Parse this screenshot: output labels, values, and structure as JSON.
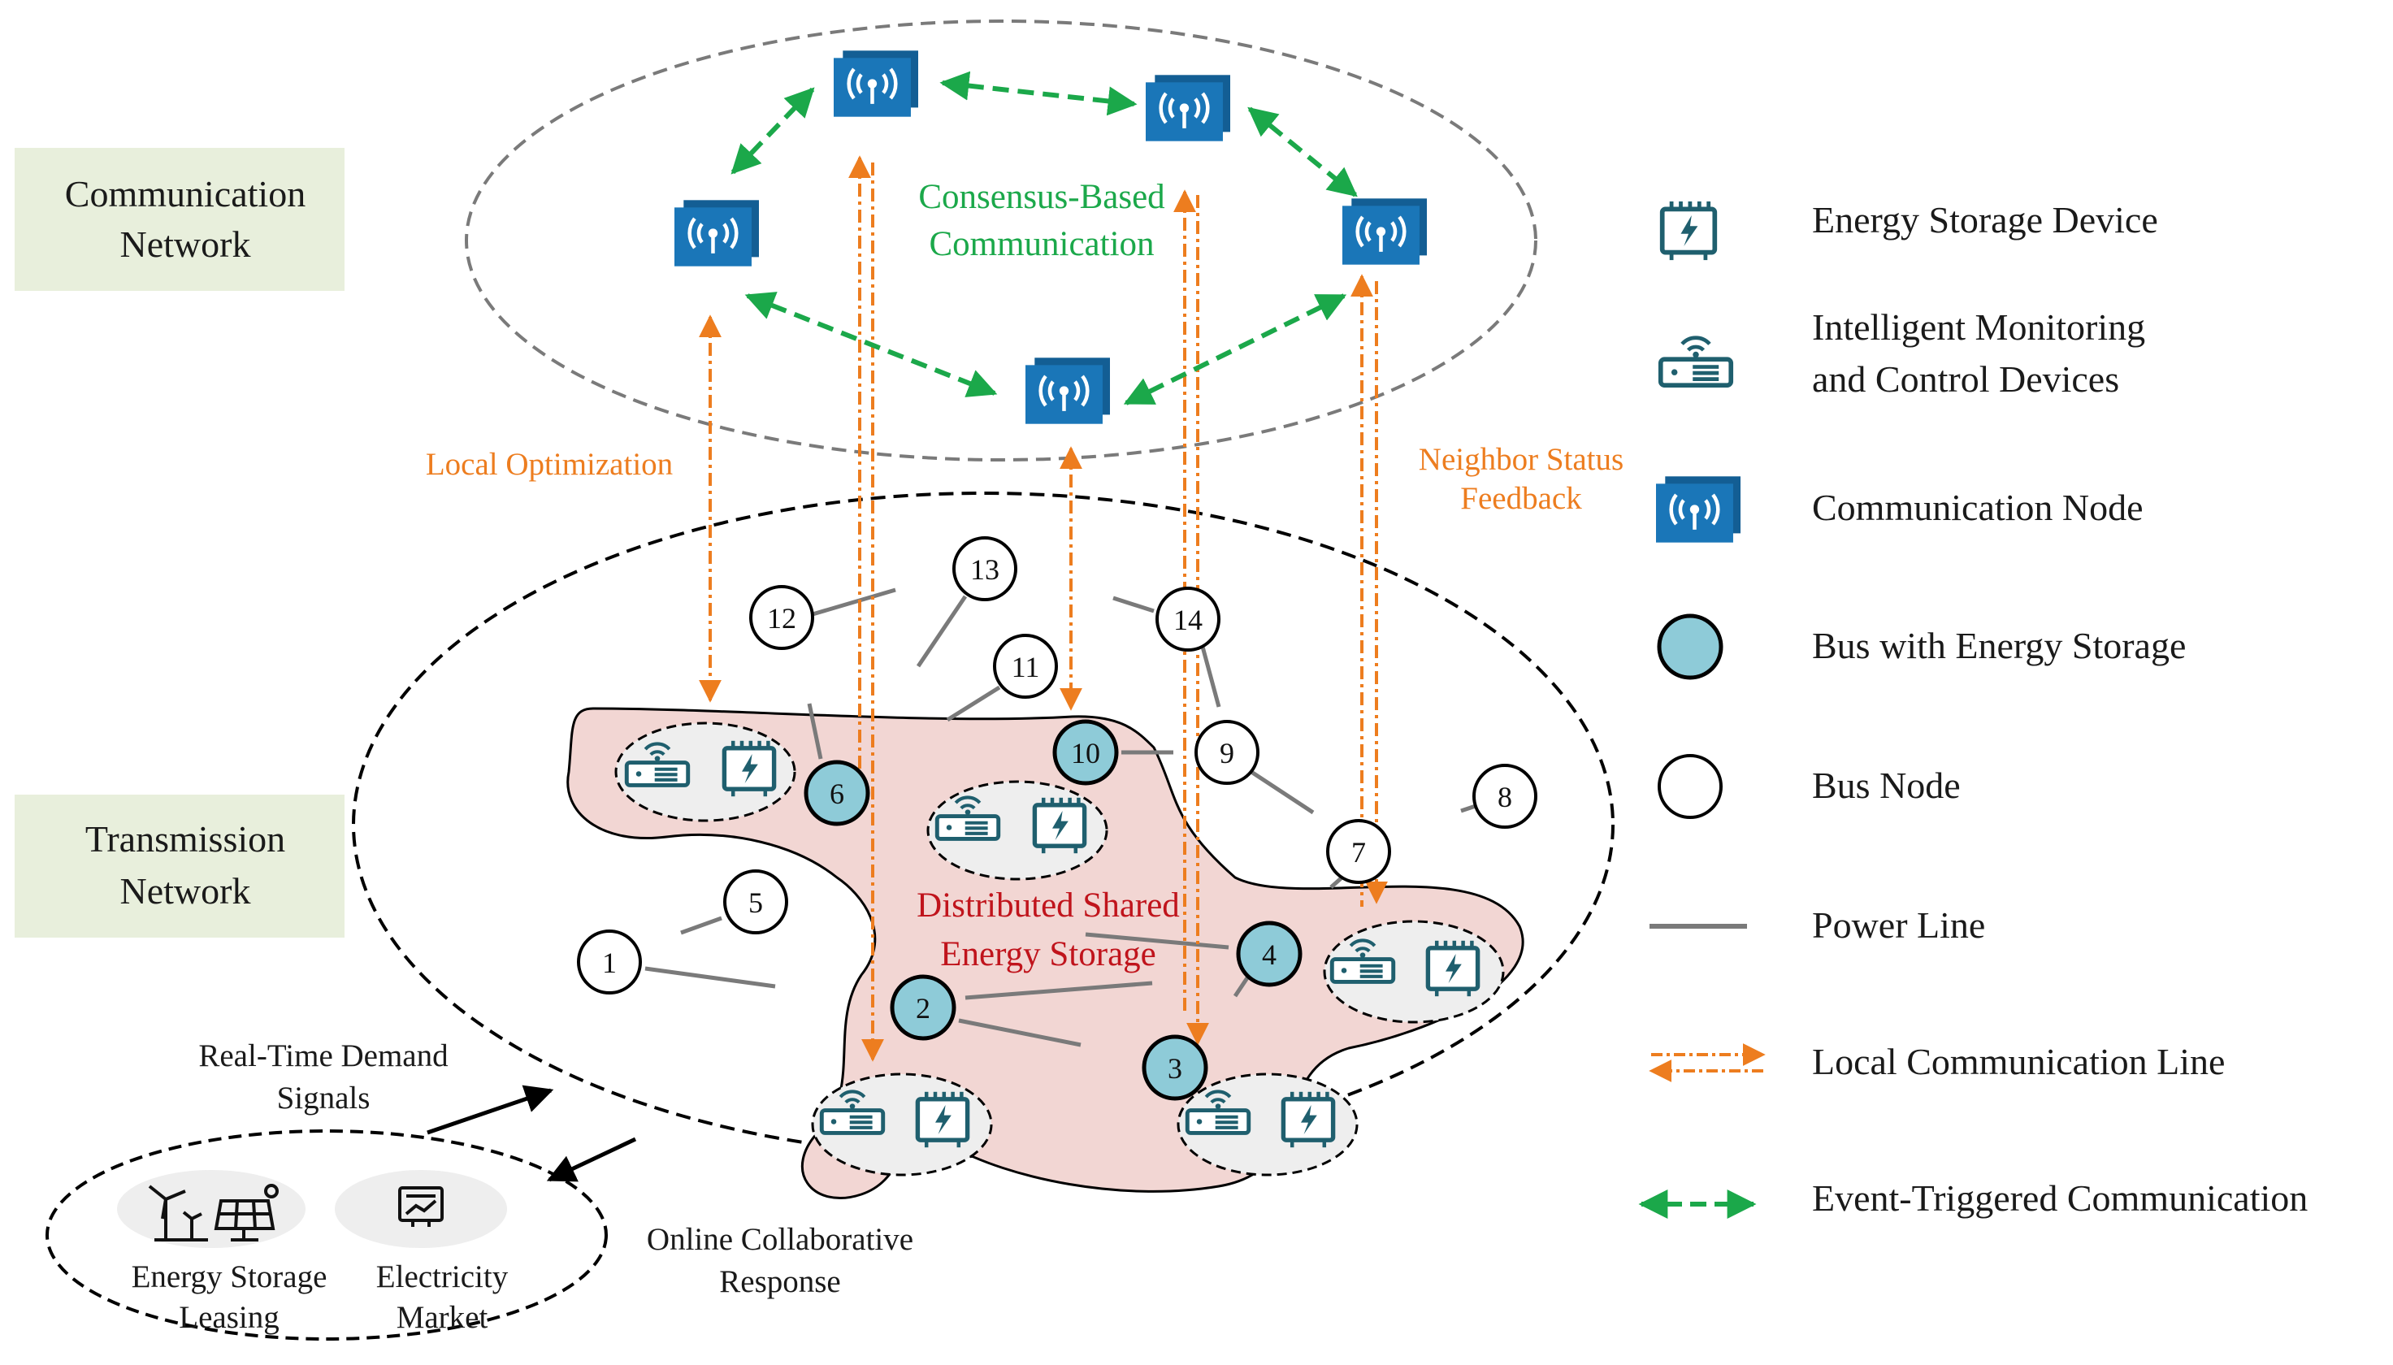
{
  "layers": {
    "communication": "Communication\nNetwork",
    "transmission": "Transmission\nNetwork"
  },
  "annotations": {
    "consensus": "Consensus-Based\nCommunication",
    "local_optimization": "Local Optimization",
    "neighbor_feedback": "Neighbor Status\nFeedback",
    "distributed": "Distributed Shared\nEnergy Storage",
    "demand_signals": "Real-Time Demand\nSignals",
    "online_response": "Online Collaborative\nResponse"
  },
  "market": {
    "leasing": "Energy Storage\nLeasing",
    "electricity": "Electricity\nMarket"
  },
  "buses": [
    {
      "id": "1",
      "storage": false
    },
    {
      "id": "2",
      "storage": true
    },
    {
      "id": "3",
      "storage": true
    },
    {
      "id": "4",
      "storage": true
    },
    {
      "id": "5",
      "storage": false
    },
    {
      "id": "6",
      "storage": true
    },
    {
      "id": "7",
      "storage": false
    },
    {
      "id": "8",
      "storage": false
    },
    {
      "id": "9",
      "storage": false
    },
    {
      "id": "10",
      "storage": true
    },
    {
      "id": "11",
      "storage": false
    },
    {
      "id": "12",
      "storage": false
    },
    {
      "id": "13",
      "storage": false
    },
    {
      "id": "14",
      "storage": false
    }
  ],
  "legend": [
    {
      "key": "storage",
      "label": "Energy Storage Device"
    },
    {
      "key": "monitor",
      "label": "Intelligent Monitoring\nand Control Devices"
    },
    {
      "key": "comm",
      "label": "Communication Node"
    },
    {
      "key": "bus-storage",
      "label": "Bus with Energy Storage"
    },
    {
      "key": "bus",
      "label": "Bus Node"
    },
    {
      "key": "power-line",
      "label": "Power Line"
    },
    {
      "key": "local-comm",
      "label": "Local Communication Line"
    },
    {
      "key": "event-comm",
      "label": "Event-Triggered Communication"
    }
  ],
  "colors": {
    "comm_blue": "#1a76b8",
    "device_teal": "#1f5f6e",
    "bus_fill": "#8ecbd8",
    "orange": "#ed7d1f",
    "green": "#1ba84a",
    "region_fill": "#f2d6d3",
    "layer_box": "#e8efdc",
    "consensus_green": "#1ba84a",
    "distributed_red": "#c0141c"
  }
}
